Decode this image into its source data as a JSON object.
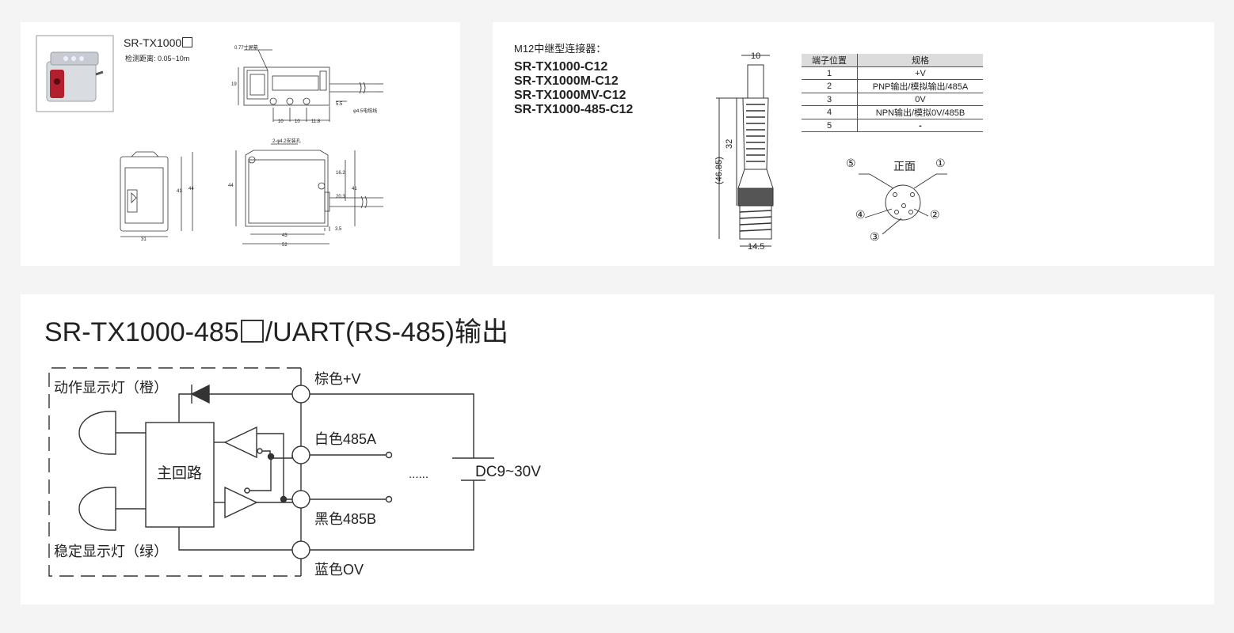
{
  "panel1": {
    "product_name": "SR-TX1000",
    "detect_range": "检测距离: 0.05~10m",
    "top_view": {
      "label_btn": "0.77寸屏幕",
      "w1": "19",
      "d1": "10",
      "d2": "10",
      "d3": "11.8",
      "d4": "5.5",
      "cable": "φ4.5电缆线"
    },
    "side_view": {
      "h_inner": "41",
      "h_outer": "44",
      "width": "31"
    },
    "front_view": {
      "holes": "2-φ4.2安装孔",
      "h": "44",
      "d1": "16.2",
      "d2": "41",
      "d3": "20.3",
      "w_inner": "43",
      "w_outer": "52",
      "d4": "3.5"
    }
  },
  "panel2": {
    "title": "M12中继型连接器：",
    "models": [
      "SR-TX1000-C12",
      "SR-TX1000M-C12",
      "SR-TX1000MV-C12",
      "SR-TX1000-485-C12"
    ],
    "dims": {
      "top": "10",
      "length": "32",
      "total": "(46.85)",
      "width": "14.5"
    },
    "table": {
      "headers": [
        "端子位置",
        "规格"
      ],
      "rows": [
        [
          "1",
          "+V"
        ],
        [
          "2",
          "PNP输出/模拟输出/485A"
        ],
        [
          "3",
          "0V"
        ],
        [
          "4",
          "NPN输出/模拟0V/485B"
        ],
        [
          "5",
          "-"
        ]
      ]
    },
    "pin_diagram": {
      "face_label": "正面",
      "pins": [
        "①",
        "②",
        "③",
        "④",
        "⑤"
      ]
    }
  },
  "panel3": {
    "title_prefix": "SR-TX1000-485",
    "title_suffix": "/UART(RS-485)输出",
    "action_led": "动作显示灯（橙）",
    "stable_led": "稳定显示灯（绿）",
    "main_circuit": "主回路",
    "wire_brown": "棕色+V",
    "wire_white": "白色485A",
    "wire_black": "黑色485B",
    "wire_blue": "蓝色OV",
    "dots": "......",
    "supply": "DC9~30V"
  }
}
